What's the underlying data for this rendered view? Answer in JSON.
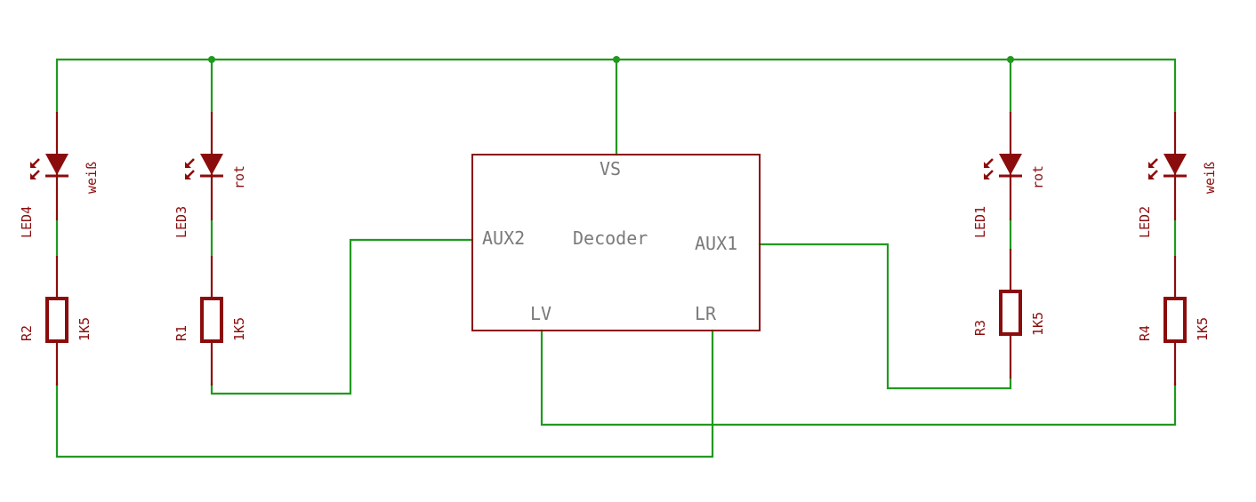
{
  "title": "LED lighting decoder schematic",
  "colors": {
    "wire": "#1f9a1f",
    "component": "#8b0c0c",
    "pin_label": "#7a7a7a",
    "background": "#ffffff"
  },
  "decoder": {
    "name": "Decoder",
    "pins": {
      "vs": "VS",
      "aux2": "AUX2",
      "aux1": "AUX1",
      "lv": "LV",
      "lr": "LR"
    }
  },
  "leds": [
    {
      "ref": "LED4",
      "value": "weiß"
    },
    {
      "ref": "LED3",
      "value": "rot"
    },
    {
      "ref": "LED1",
      "value": "rot"
    },
    {
      "ref": "LED2",
      "value": "weiß"
    }
  ],
  "resistors": [
    {
      "ref": "R2",
      "value": "1K5"
    },
    {
      "ref": "R1",
      "value": "1K5"
    },
    {
      "ref": "R3",
      "value": "1K5"
    },
    {
      "ref": "R4",
      "value": "1K5"
    }
  ],
  "nets": [
    {
      "name": "VS",
      "connects": [
        "Decoder.VS",
        "LED4.anode",
        "LED3.anode",
        "LED1.anode",
        "LED2.anode"
      ]
    },
    {
      "name": "AUX2",
      "connects": [
        "Decoder.AUX2",
        "R1"
      ]
    },
    {
      "name": "AUX1",
      "connects": [
        "Decoder.AUX1",
        "R3"
      ]
    },
    {
      "name": "LV",
      "connects": [
        "Decoder.LV",
        "R4"
      ]
    },
    {
      "name": "LR",
      "connects": [
        "Decoder.LR",
        "R2"
      ]
    }
  ]
}
